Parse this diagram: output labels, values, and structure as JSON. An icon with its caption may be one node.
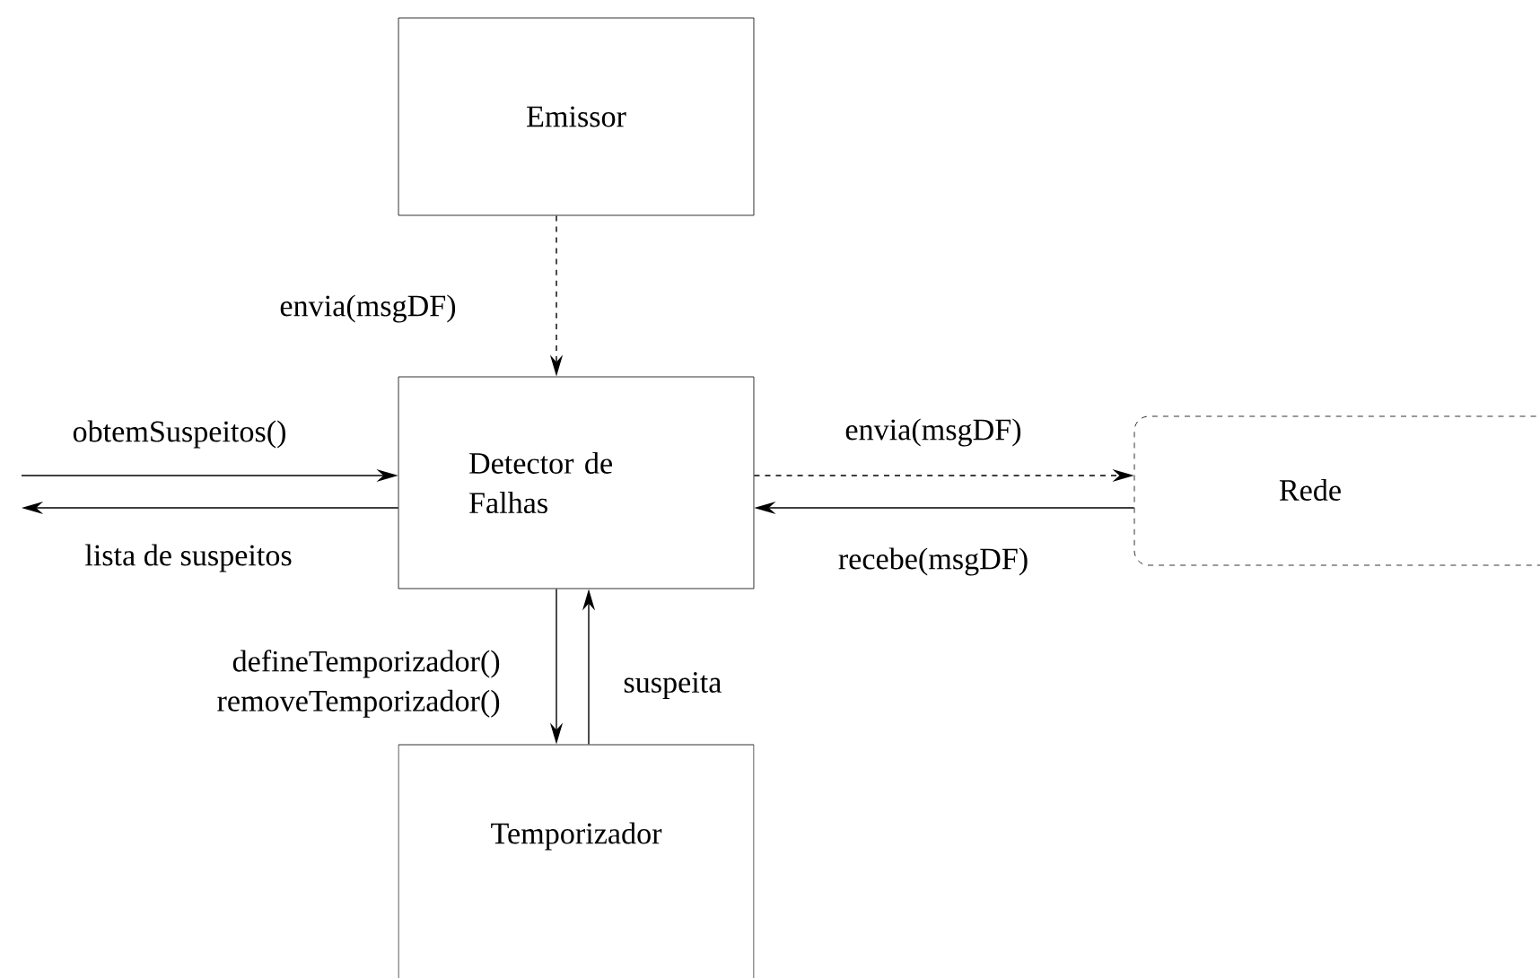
{
  "diagram": {
    "nodes": [
      {
        "text": [
          "Emissor"
        ]
      },
      {
        "text": [
          "Detector de Falhas"
        ]
      },
      {
        "text": [
          "Rede"
        ]
      },
      {
        "text": [
          "Temporizador"
        ]
      }
    ],
    "edges": [
      {
        "from": 0,
        "to": 1,
        "arrow": "to",
        "style": "dashed",
        "label": "envia(msgDF)"
      },
      {
        "from": null,
        "to": 1,
        "arrow": "to",
        "label": "obtemSuspeitos()"
      },
      {
        "from": 1,
        "to": null,
        "arrow": "to",
        "label": "lista de suspeitos"
      },
      {
        "from": 1,
        "to": 2,
        "arrow": "to",
        "style": "dashed",
        "label": "envia(msgDF)"
      },
      {
        "from": 2,
        "to": 1,
        "arrow": "to",
        "label": "recebe(msgDF)"
      },
      {
        "from": 1,
        "to": 3,
        "arrow": "to",
        "label": "defineTemporizador() removeTemporizador()"
      },
      {
        "from": 3,
        "to": 1,
        "arrow": "to",
        "label": "suspeita"
      }
    ]
  }
}
